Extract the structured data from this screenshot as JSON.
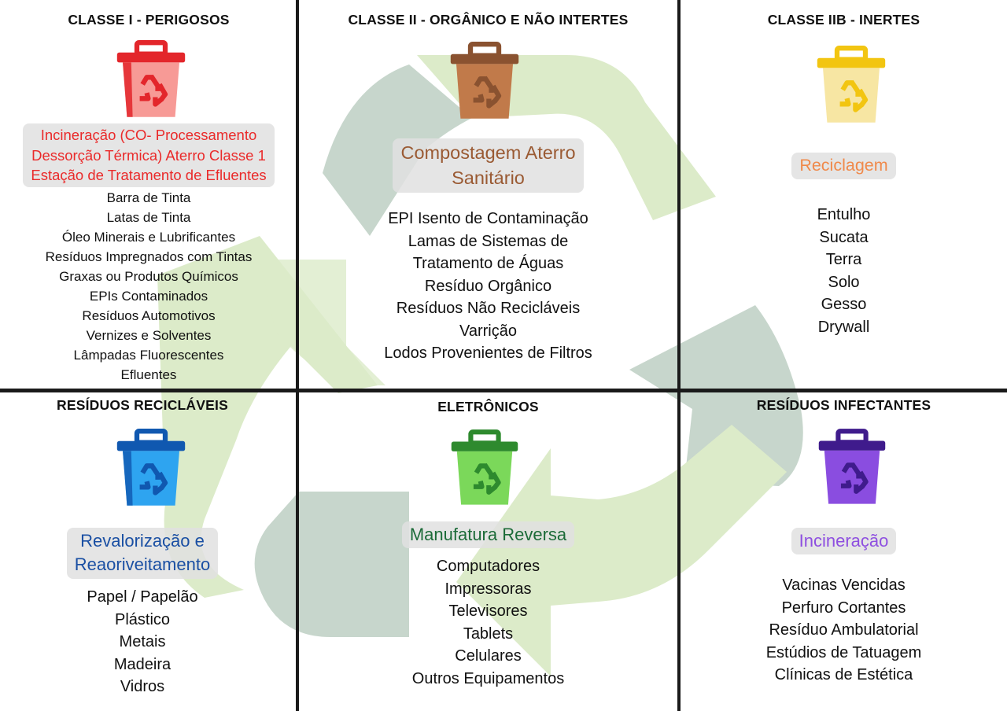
{
  "colors": {
    "arrow_green": "#dcebc9",
    "arrow_gray": "#c7d6cc",
    "divider": "#1a1a1a",
    "method_bg": "#e3e3e3"
  },
  "panels": [
    {
      "id": "classe-i",
      "title": "CLASSE I - PERIGOSOS",
      "bin_icon": "red-recycle-bin-icon",
      "bin_color": "#f79a96",
      "bin_dark": "#e3262b",
      "method_color": "#ea2a2a",
      "method_lines": [
        "Incineração (CO- Processamento",
        "Dessorção Térmica) Aterro Classe 1",
        "Estação de Tratamento de Efluentes"
      ],
      "items": [
        "Barra de Tinta",
        "Latas de Tinta",
        "Óleo Minerais e Lubrificantes",
        "Resíduos Impregnados com Tintas",
        "Graxas ou Produtos Químicos",
        "EPIs Contaminados",
        "Resíduos Automotivos",
        "Vernizes e Solventes",
        "Lâmpadas Fluorescentes",
        "Efluentes"
      ]
    },
    {
      "id": "classe-ii",
      "title": "CLASSE II - ORGÂNICO E NÃO INTERTES",
      "bin_icon": "brown-recycle-bin-icon",
      "bin_color": "#c17a4a",
      "bin_dark": "#8a5230",
      "method_color": "#9a5a33",
      "method_lines": [
        "Compostagem Aterro",
        "Sanitário"
      ],
      "items": [
        "EPI Isento de Contaminação",
        "Lamas de Sistemas de",
        "Tratamento de Águas",
        "Resíduo Orgânico",
        "Resíduos Não Recicláveis",
        "Varrição",
        "Lodos Provenientes de Filtros"
      ]
    },
    {
      "id": "classe-iib",
      "title": "CLASSE IIB - INERTES",
      "bin_icon": "yellow-recycle-bin-icon",
      "bin_color": "#f7e6a3",
      "bin_dark": "#f2c511",
      "method_color": "#f0894a",
      "method_lines": [
        "Reciclagem"
      ],
      "items": [
        "Entulho",
        "Sucata",
        "Terra",
        "Solo",
        "Gesso",
        "Drywall"
      ]
    },
    {
      "id": "reciclaveis",
      "title": "RESÍDUOS RECICLÁVEIS",
      "bin_icon": "blue-recycle-bin-icon",
      "bin_color": "#2ea4f0",
      "bin_dark": "#1058b0",
      "method_color": "#1a4fa3",
      "method_lines": [
        "Revalorização e",
        "Reaoriveitamento"
      ],
      "items": [
        "Papel / Papelão",
        "Plástico",
        "Metais",
        "Madeira",
        "Vidros"
      ]
    },
    {
      "id": "eletronicos",
      "title": "ELETRÔNICOS",
      "bin_icon": "green-recycle-bin-icon",
      "bin_color": "#7bd85a",
      "bin_dark": "#2e8a2e",
      "method_color": "#1c6b38",
      "method_lines": [
        "Manufatura Reversa"
      ],
      "items": [
        "Computadores",
        "Impressoras",
        "Televisores",
        "Tablets",
        "Celulares",
        "Outros Equipamentos"
      ]
    },
    {
      "id": "infectantes",
      "title": "RESÍDUOS INFECTANTES",
      "bin_icon": "purple-recycle-bin-icon",
      "bin_color": "#8a4de0",
      "bin_dark": "#3f1b8c",
      "method_color": "#8e4fe0",
      "method_lines": [
        "Incineração"
      ],
      "items": [
        "Vacinas Vencidas",
        "Perfuro Cortantes",
        "Resíduo Ambulatorial",
        "Estúdios de Tatuagem",
        "Clínicas de Estética"
      ]
    }
  ]
}
